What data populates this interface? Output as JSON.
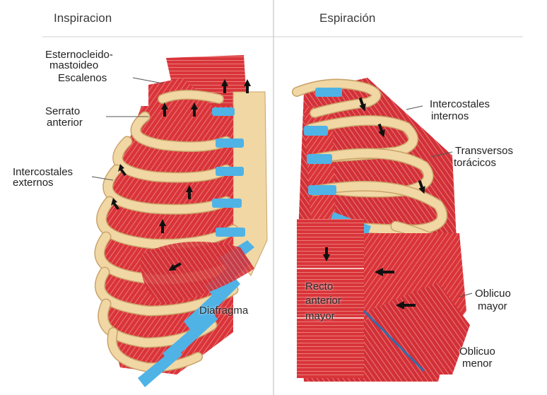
{
  "titles": {
    "left": "Inspiracion",
    "right": "Espiración"
  },
  "labels": {
    "esternocleidomastoideo_line1": "Esternocleido-",
    "esternocleidomastoideo_line2": "mastoideo",
    "escalenos": "Escalenos",
    "serrato_line1": "Serrato",
    "serrato_line2": "anterior",
    "intercostales_externos_line1": "Intercostales",
    "intercostales_externos_line2": "externos",
    "diafragma": "Diafragma",
    "intercostales_internos_line1": "Intercostales",
    "intercostales_internos_line2": "internos",
    "transversos_line1": "Transversos",
    "transversos_line2": "torácicos",
    "recto_line1": "Recto",
    "recto_line2": "anterior",
    "recto_line3": "mayor",
    "oblicuo_mayor_line1": "Oblicuo",
    "oblicuo_mayor_line2": "mayor",
    "oblicuo_menor_line1": "Oblicuo",
    "oblicuo_menor_line2": "menor"
  },
  "colors": {
    "muscle": "#d9343a",
    "muscle_light": "#ef8a86",
    "rib": "#f1d7a4",
    "rib_edge": "#c9a36a",
    "cartilage": "#4fb3e6",
    "text": "#222222"
  }
}
